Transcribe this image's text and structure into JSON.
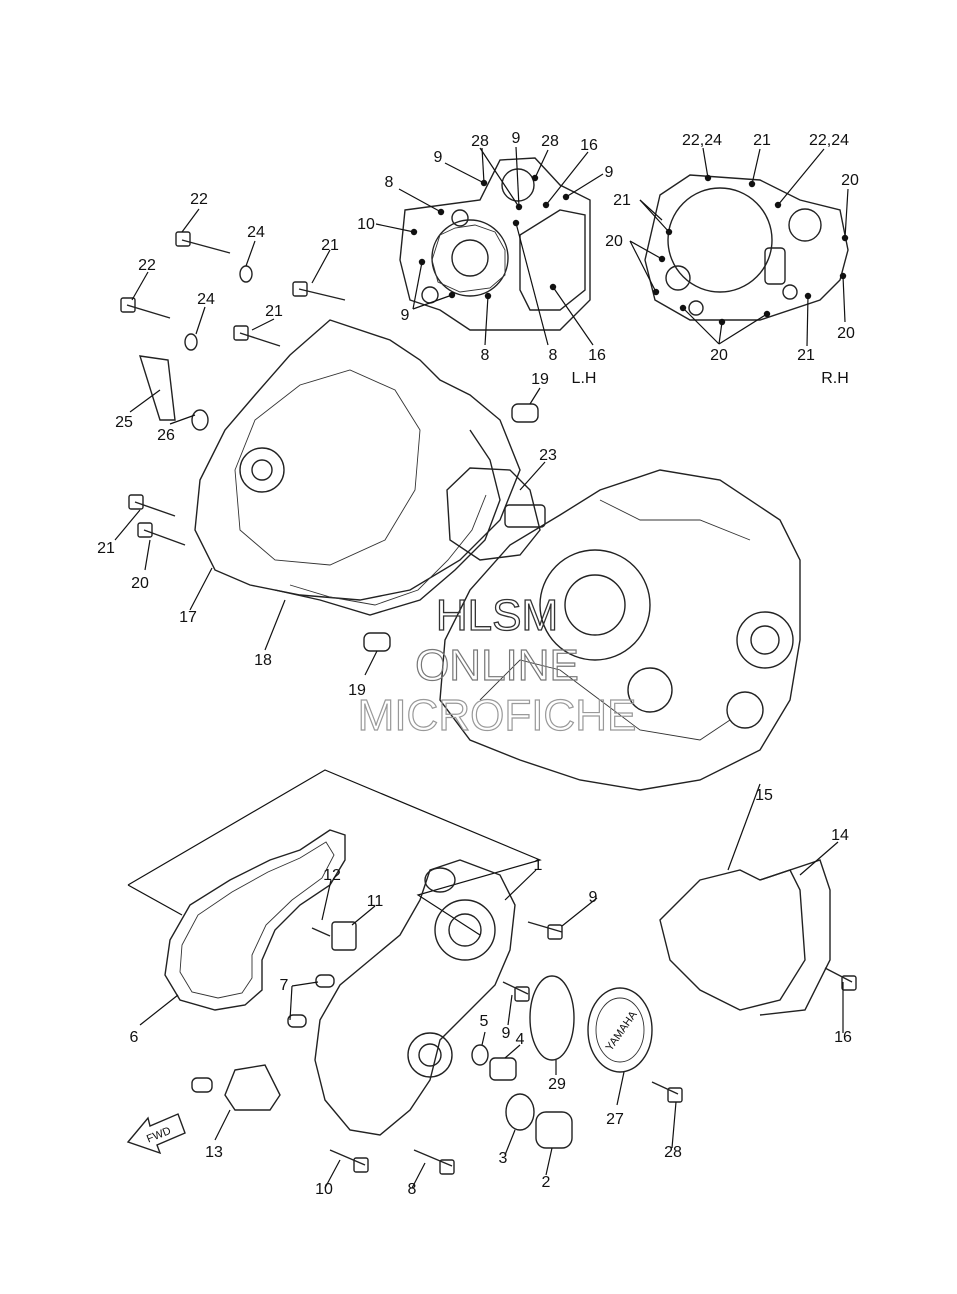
{
  "watermark": [
    "HLSM",
    "ONLINE",
    "MICROFICHE"
  ],
  "side_labels": {
    "left": "L.H",
    "right": "R.H"
  },
  "fwd_label": "FWD",
  "yamaha_badge": "YAMAHA",
  "callouts": [
    {
      "id": "c-lh-28a",
      "text": "28"
    },
    {
      "id": "c-lh-9a",
      "text": "9"
    },
    {
      "id": "c-lh-28b",
      "text": "28"
    },
    {
      "id": "c-lh-16a",
      "text": "16"
    },
    {
      "id": "c-lh-9b",
      "text": "9"
    },
    {
      "id": "c-lh-9c",
      "text": "9"
    },
    {
      "id": "c-lh-8a",
      "text": "8"
    },
    {
      "id": "c-lh-10",
      "text": "10"
    },
    {
      "id": "c-lh-9d",
      "text": "9"
    },
    {
      "id": "c-lh-8b",
      "text": "8"
    },
    {
      "id": "c-lh-8c",
      "text": "8"
    },
    {
      "id": "c-lh-16b",
      "text": "16"
    },
    {
      "id": "c-rh-2224a",
      "text": "22,24"
    },
    {
      "id": "c-rh-21a",
      "text": "21"
    },
    {
      "id": "c-rh-2224b",
      "text": "22,24"
    },
    {
      "id": "c-rh-20a",
      "text": "20"
    },
    {
      "id": "c-rh-21b",
      "text": "21"
    },
    {
      "id": "c-rh-20b",
      "text": "20"
    },
    {
      "id": "c-rh-20c",
      "text": "20"
    },
    {
      "id": "c-rh-20d",
      "text": "20"
    },
    {
      "id": "c-rh-21c",
      "text": "21"
    },
    {
      "id": "c-22a",
      "text": "22"
    },
    {
      "id": "c-24a",
      "text": "24"
    },
    {
      "id": "c-21a",
      "text": "21"
    },
    {
      "id": "c-22b",
      "text": "22"
    },
    {
      "id": "c-24b",
      "text": "24"
    },
    {
      "id": "c-21b",
      "text": "21"
    },
    {
      "id": "c-19a",
      "text": "19"
    },
    {
      "id": "c-25",
      "text": "25"
    },
    {
      "id": "c-26",
      "text": "26"
    },
    {
      "id": "c-23",
      "text": "23"
    },
    {
      "id": "c-21c",
      "text": "21"
    },
    {
      "id": "c-20",
      "text": "20"
    },
    {
      "id": "c-17",
      "text": "17"
    },
    {
      "id": "c-18",
      "text": "18"
    },
    {
      "id": "c-19b",
      "text": "19"
    },
    {
      "id": "c-15",
      "text": "15"
    },
    {
      "id": "c-14",
      "text": "14"
    },
    {
      "id": "c-1",
      "text": "1"
    },
    {
      "id": "c-12",
      "text": "12"
    },
    {
      "id": "c-11",
      "text": "11"
    },
    {
      "id": "c-9a",
      "text": "9"
    },
    {
      "id": "c-7",
      "text": "7"
    },
    {
      "id": "c-6",
      "text": "6"
    },
    {
      "id": "c-5",
      "text": "5"
    },
    {
      "id": "c-9b",
      "text": "9"
    },
    {
      "id": "c-4",
      "text": "4"
    },
    {
      "id": "c-29",
      "text": "29"
    },
    {
      "id": "c-16",
      "text": "16"
    },
    {
      "id": "c-27",
      "text": "27"
    },
    {
      "id": "c-13",
      "text": "13"
    },
    {
      "id": "c-3",
      "text": "3"
    },
    {
      "id": "c-2",
      "text": "2"
    },
    {
      "id": "c-28",
      "text": "28"
    },
    {
      "id": "c-10",
      "text": "10"
    },
    {
      "id": "c-8",
      "text": "8"
    }
  ]
}
